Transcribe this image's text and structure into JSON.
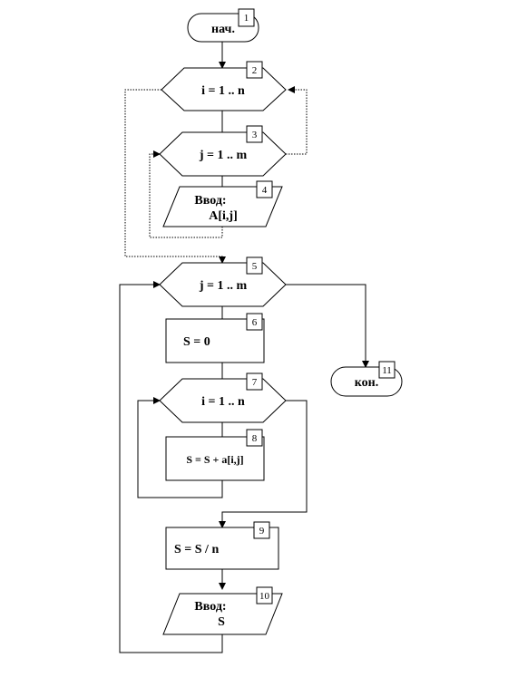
{
  "blocks": {
    "b1": {
      "number": "1",
      "text": "нач."
    },
    "b2": {
      "number": "2",
      "text": "i  = 1 .. n"
    },
    "b3": {
      "number": "3",
      "text": "j  = 1 .. m"
    },
    "b4": {
      "number": "4",
      "line1": "Ввод:",
      "line2": "A[i,j]"
    },
    "b5": {
      "number": "5",
      "text": "j  = 1 .. m"
    },
    "b6": {
      "number": "6",
      "text": "S = 0"
    },
    "b7": {
      "number": "7",
      "text": "i  = 1 .. n"
    },
    "b8": {
      "number": "8",
      "text": "S = S + a[i,j]"
    },
    "b9": {
      "number": "9",
      "text": "S = S / n"
    },
    "b10": {
      "number": "10",
      "line1": "Ввод:",
      "line2": "S"
    },
    "b11": {
      "number": "11",
      "text": "кон."
    }
  }
}
